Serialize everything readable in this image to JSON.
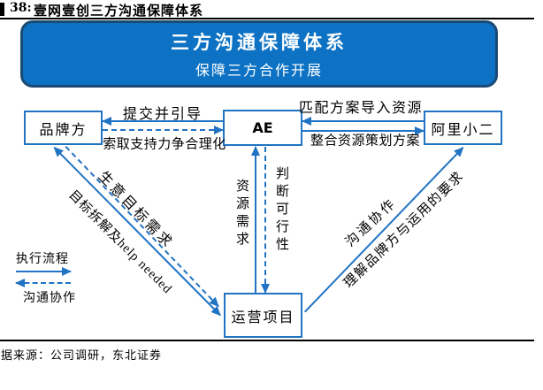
{
  "figure_header": {
    "number": "38:",
    "title": "壹网壹创三方沟通保障体系"
  },
  "banner": {
    "title": "三方沟通保障体系",
    "subtitle": "保障三方合作开展"
  },
  "nodes": {
    "brand": "品牌方",
    "ae": "AE",
    "ali_xiaoer": "阿里小二",
    "operation": "运营项目"
  },
  "edges": {
    "ae_to_brand": "提交并引导",
    "brand_to_ae": "索取支持力争合理化",
    "ali_to_ae": "匹配方案导入资源",
    "ae_to_ali": "整合资源策划方案",
    "operation_to_ae": "资源需求",
    "ae_to_operation": "判断可行性",
    "brand_operation_upper": "生意目标需求",
    "brand_operation_lower": "目标拆解及help needed",
    "operation_ali_upper": "沟通协作",
    "operation_ali_lower": "理解品牌方与运用的要求"
  },
  "legend": {
    "solid_label": "执行流程",
    "dashed_label": "沟通协作"
  },
  "footer": {
    "source": "据来源：公司调研，东北证券"
  },
  "colors": {
    "accent": "#2173C4",
    "banner_fill": "#0D72C4",
    "banner_border": "#1B4973"
  }
}
